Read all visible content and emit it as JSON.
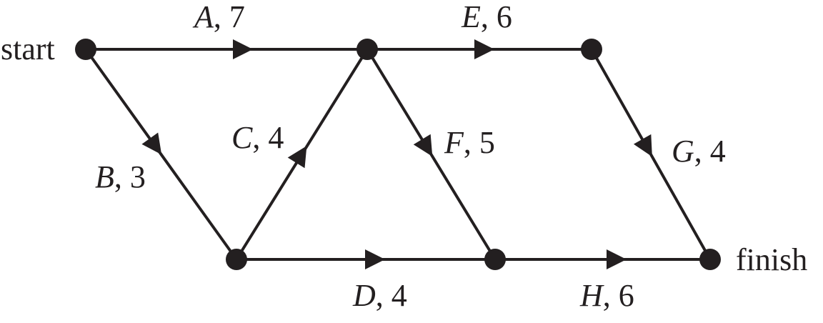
{
  "terminals": {
    "start": "start",
    "finish": "finish"
  },
  "edges": [
    {
      "id": "A",
      "letter": "A",
      "weight": ", 7"
    },
    {
      "id": "B",
      "letter": "B",
      "weight": ", 3"
    },
    {
      "id": "C",
      "letter": "C",
      "weight": ", 4"
    },
    {
      "id": "D",
      "letter": "D",
      "weight": ", 4"
    },
    {
      "id": "E",
      "letter": "E",
      "weight": ", 6"
    },
    {
      "id": "F",
      "letter": "F",
      "weight": ", 5"
    },
    {
      "id": "G",
      "letter": "G",
      "weight": ", 4"
    },
    {
      "id": "H",
      "letter": "H",
      "weight": ", 6"
    }
  ],
  "colors": {
    "ink": "#231f20",
    "background": "#ffffff"
  }
}
